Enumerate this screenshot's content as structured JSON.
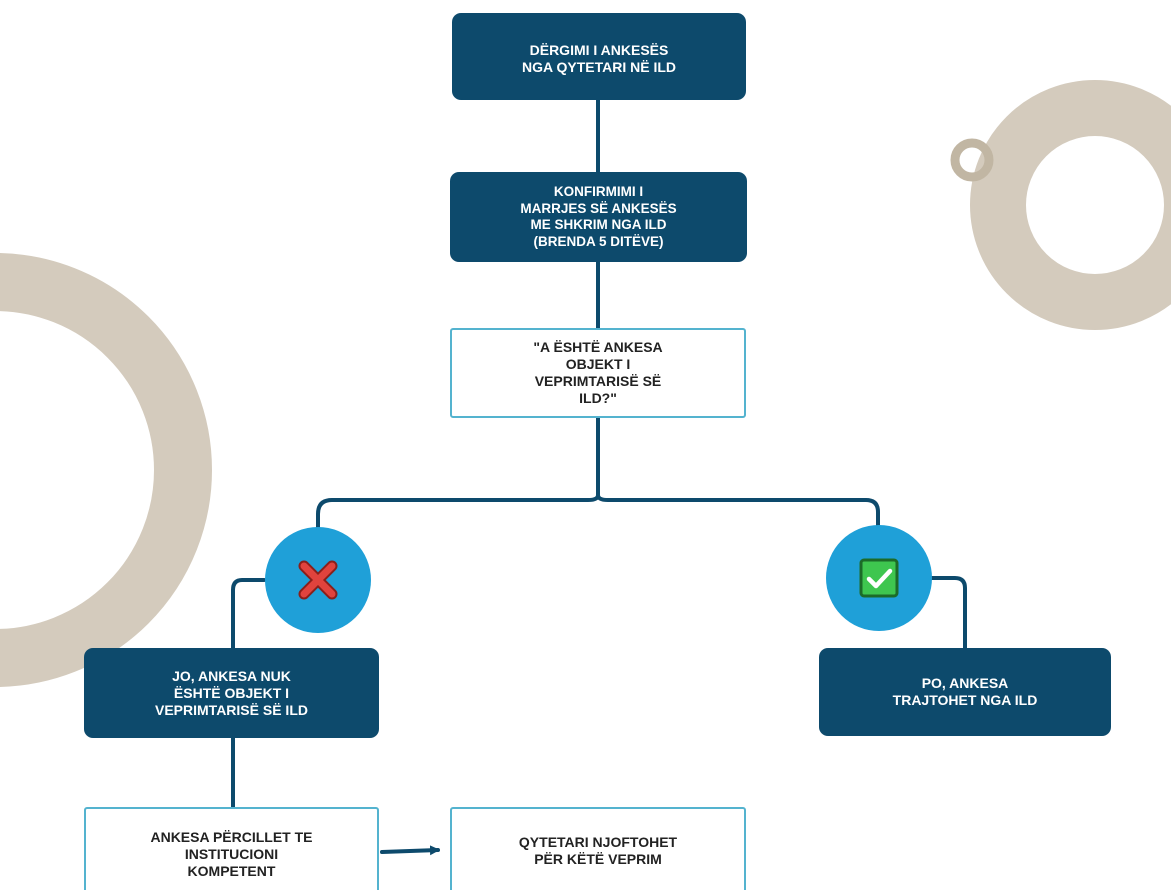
{
  "colors": {
    "dark_box": "#0d4a6c",
    "light_border": "#54b3cf",
    "connector": "#0d4a6c",
    "circle": "#1fa0d8",
    "decor": "#d4cbbd",
    "x_mark": "#e0433d",
    "check_bg": "#3ec64f"
  },
  "nodes": {
    "submission": "DËRGIMI I ANKESËS\nNGA QYTETARI NË ILD",
    "confirmation": "KONFIRMIMI I\nMARRJES SË ANKESËS\nME SHKRIM NGA ILD\n(BRENDA 5 DITËVE)",
    "question": "\"A ËSHTË ANKESA\nOBJEKT I\nVEPRIMTARISË SË\nILD?\"",
    "no_branch": "JO, ANKESA NUK\nËSHTË OBJEKT I\nVEPRIMTARISË SË ILD",
    "yes_branch": "PO, ANKESA\nTRAJTOHET NGA ILD",
    "forwarded": "ANKESA PËRCILLET TE\nINSTITUCIONI\nKOMPETENT",
    "notified": "QYTETARI NJOFTOHET\nPËR KËTË VEPRIM"
  },
  "icons": {
    "no": "x-mark-icon",
    "yes": "checkmark-icon"
  }
}
